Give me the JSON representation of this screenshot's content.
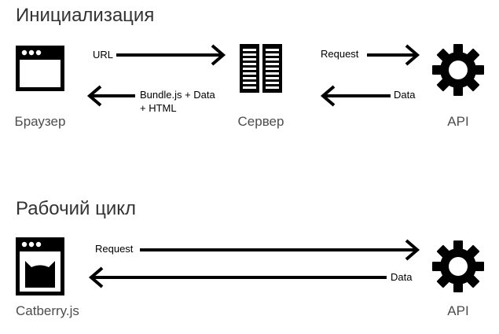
{
  "sections": {
    "init": {
      "title": "Инициализация",
      "nodes": {
        "browser": "Браузер",
        "server": "Сервер",
        "api": "API"
      },
      "edges": {
        "browser_to_server": "URL",
        "server_to_browser_line1": "Bundle.js + Data",
        "server_to_browser_line2": "+ HTML",
        "server_to_api": "Request",
        "api_to_server": "Data"
      }
    },
    "work": {
      "title": "Рабочий цикл",
      "nodes": {
        "catberry": "Catberry.js",
        "api": "API"
      },
      "edges": {
        "catberry_to_api": "Request",
        "api_to_catberry": "Data"
      }
    }
  },
  "icons": {
    "browser": "browser-window-icon",
    "server": "server-rack-icon",
    "api": "gear-icon",
    "catberry": "cat-browser-icon"
  },
  "colors": {
    "ink": "#000000",
    "label": "#4d4d4d",
    "title": "#333333"
  }
}
